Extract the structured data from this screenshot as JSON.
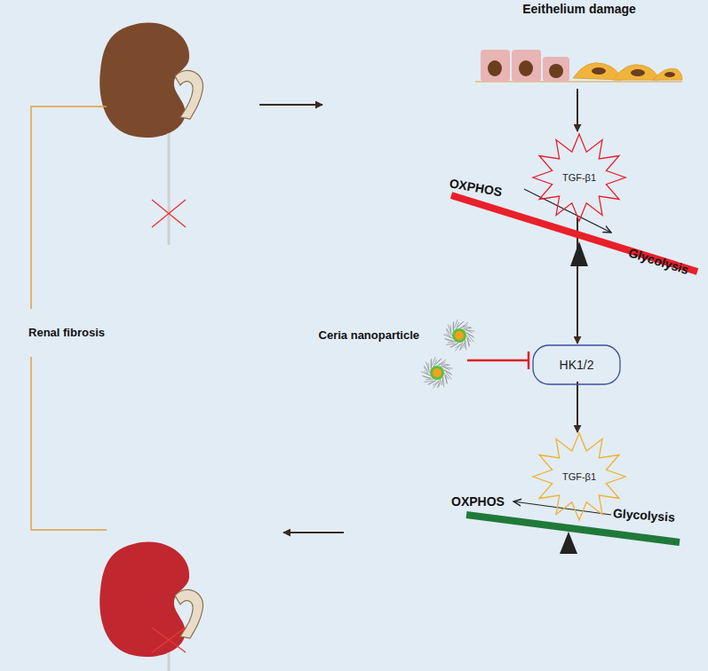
{
  "diagram": {
    "nodes": [
      {
        "text": [
          "TGF-β1"
        ]
      },
      {
        "text": [
          "HK1/2"
        ]
      },
      {
        "text": [
          "TGF-β1"
        ]
      }
    ],
    "edges": [
      {
        "from": 0,
        "to": 1,
        "arrow": "to"
      },
      {
        "from": 1,
        "to": 2,
        "arrow": "to"
      }
    ],
    "labels": [
      "Eeithelium damage",
      "OXPHOS",
      "Glycolysis",
      "Ceria nanoparticle",
      "OXPHOS",
      "Glycolysis",
      "Renal fibrosis"
    ]
  }
}
